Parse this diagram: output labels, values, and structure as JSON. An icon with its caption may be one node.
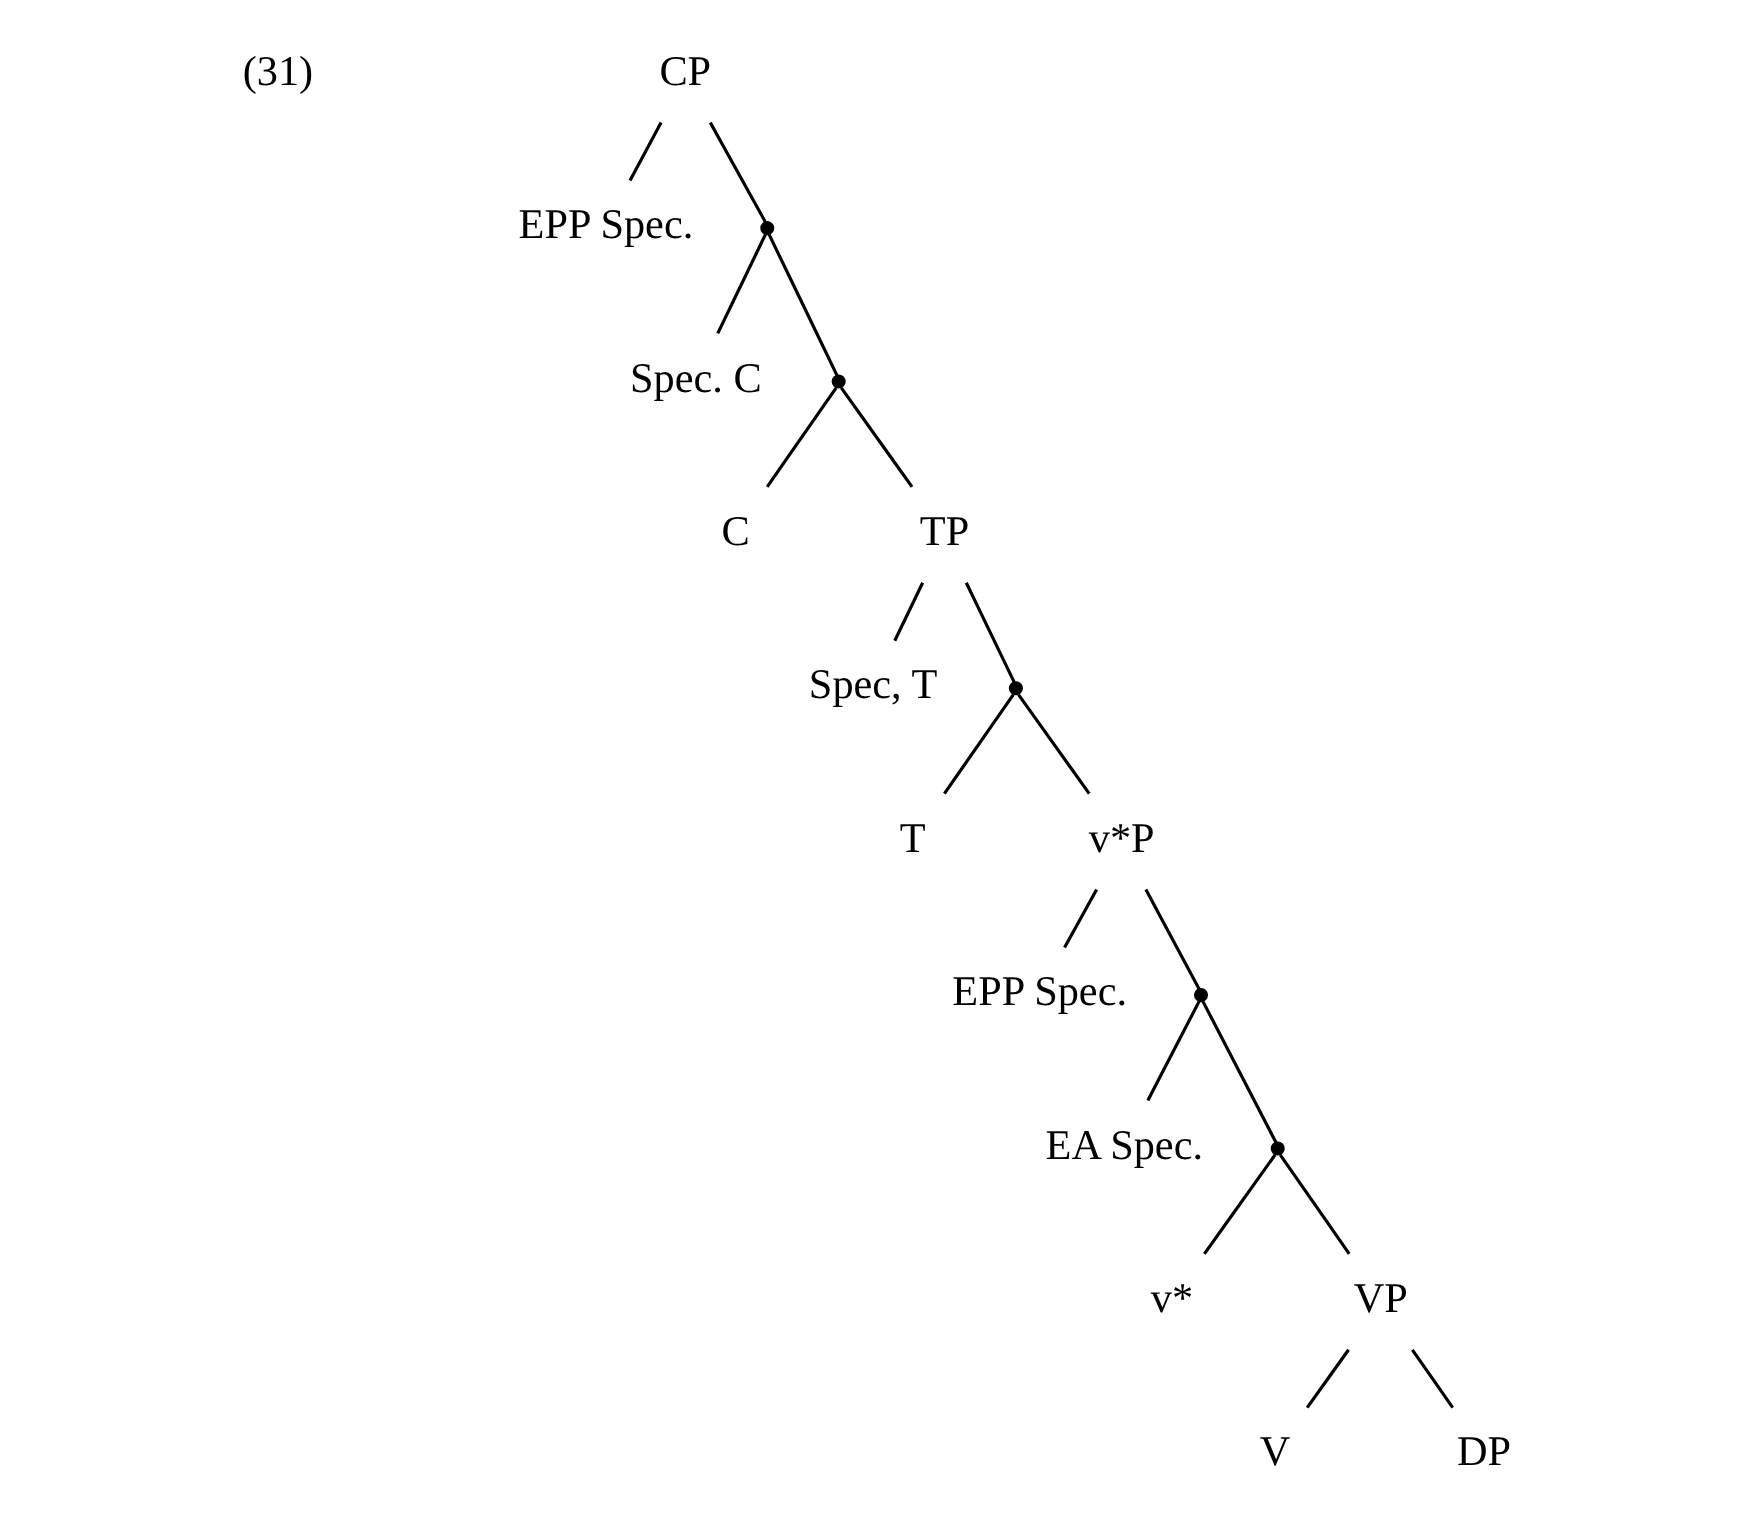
{
  "diagram": {
    "nodes": [
      {
        "text": [
          "CP"
        ]
      },
      {
        "text": [
          "EPP Spec."
        ]
      },
      {
        "text": [],
        "shape": "point"
      },
      {
        "text": [
          "Spec. C"
        ]
      },
      {
        "text": [],
        "shape": "point"
      },
      {
        "text": [
          "C"
        ]
      },
      {
        "text": [
          "TP"
        ]
      },
      {
        "text": [
          "Spec, T"
        ]
      },
      {
        "text": [],
        "shape": "point"
      },
      {
        "text": [
          "T"
        ]
      },
      {
        "text": [
          "v*P"
        ]
      },
      {
        "text": [
          "EPP Spec."
        ]
      },
      {
        "text": [],
        "shape": "point"
      },
      {
        "text": [
          "EA Spec."
        ]
      },
      {
        "text": [],
        "shape": "point"
      },
      {
        "text": [
          "v*"
        ]
      },
      {
        "text": [
          "VP"
        ]
      },
      {
        "text": [
          "V"
        ]
      },
      {
        "text": [
          "DP"
        ]
      }
    ],
    "edges": [
      {
        "from": 0,
        "to": 1,
        "arrow": "none"
      },
      {
        "from": 0,
        "to": 2,
        "arrow": "none"
      },
      {
        "from": 2,
        "to": 3,
        "arrow": "none"
      },
      {
        "from": 2,
        "to": 4,
        "arrow": "none"
      },
      {
        "from": 4,
        "to": 5,
        "arrow": "none"
      },
      {
        "from": 4,
        "to": 6,
        "arrow": "none"
      },
      {
        "from": 6,
        "to": 7,
        "arrow": "none"
      },
      {
        "from": 6,
        "to": 8,
        "arrow": "none"
      },
      {
        "from": 8,
        "to": 9,
        "arrow": "none"
      },
      {
        "from": 8,
        "to": 10,
        "arrow": "none"
      },
      {
        "from": 10,
        "to": 11,
        "arrow": "none"
      },
      {
        "from": 10,
        "to": 12,
        "arrow": "none"
      },
      {
        "from": 12,
        "to": 13,
        "arrow": "none"
      },
      {
        "from": 12,
        "to": 14,
        "arrow": "none"
      },
      {
        "from": 14,
        "to": 15,
        "arrow": "none"
      },
      {
        "from": 14,
        "to": 16,
        "arrow": "none"
      },
      {
        "from": 16,
        "to": 17,
        "arrow": "none"
      },
      {
        "from": 16,
        "to": 18,
        "arrow": "none"
      }
    ],
    "labels": [
      "(31)"
    ]
  }
}
